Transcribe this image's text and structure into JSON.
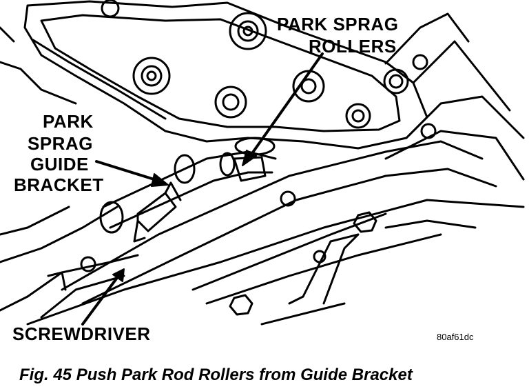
{
  "labels": {
    "park_sprag_rollers": [
      "PARK SPRAG",
      "ROLLERS"
    ],
    "park_sprag_guide_bracket": [
      "PARK",
      "SPRAG",
      "GUIDE",
      "BRACKET"
    ],
    "screwdriver": "SCREWDRIVER",
    "image_code": "80af61dc"
  },
  "caption": "Fig. 45 Push Park Rod Rollers from Guide Bracket"
}
